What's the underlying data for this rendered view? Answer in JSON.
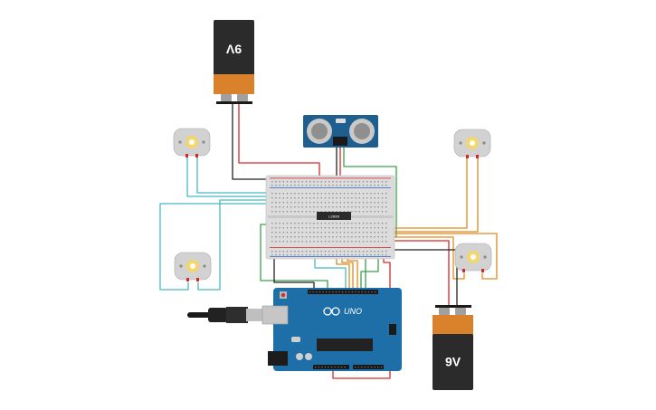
{
  "battery_top": {
    "label": "9V"
  },
  "battery_bottom": {
    "label": "9V"
  },
  "arduino": {
    "label": "UNO"
  },
  "driver_chip": {
    "label": "L293D"
  },
  "colors": {
    "wire_red": "#d42a2a",
    "wire_black": "#222222",
    "wire_teal": "#48b8c4",
    "wire_green": "#3aa04a",
    "wire_orange": "#e08a1e",
    "board_blue": "#1e6fa8",
    "battery_orange": "#d9822b"
  }
}
